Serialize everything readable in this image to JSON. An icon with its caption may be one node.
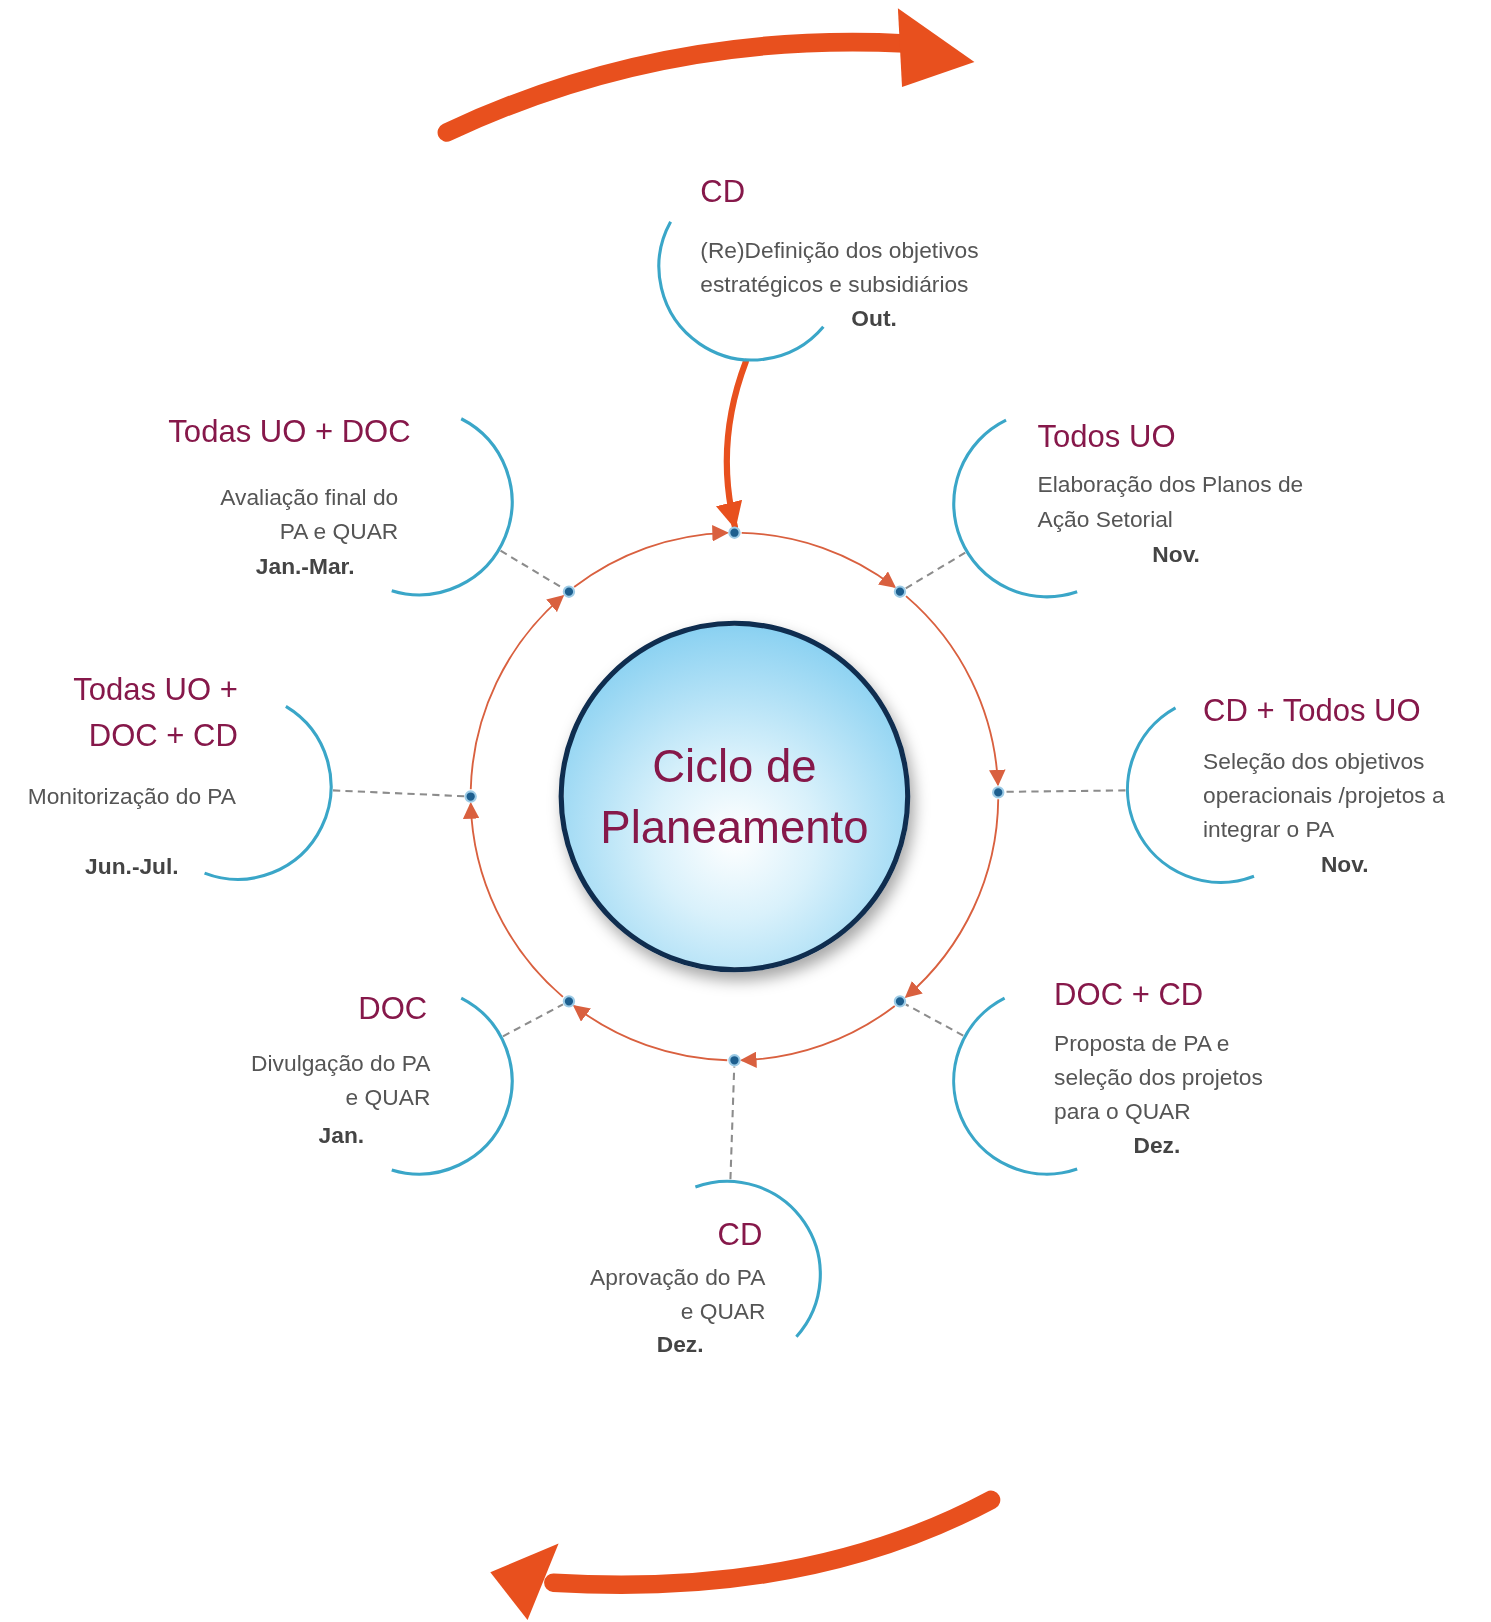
{
  "diagram": {
    "nodes": [
      {
        "text": [
          "Ciclo de Planeamento"
        ]
      },
      {
        "text": [
          "CD",
          "(Re)Definição dos objetivos estratégicos e subsidiários",
          "Out."
        ]
      },
      {
        "text": [
          "Todos UO",
          "Elaboração dos Planos de Ação Setorial",
          "Nov."
        ]
      },
      {
        "text": [
          "CD + Todos UO",
          "Seleção dos objetivos operacionais /projetos a integrar o PA",
          "Nov."
        ]
      },
      {
        "text": [
          "DOC + CD",
          "Proposta de PA e seleção dos projetos para o QUAR",
          "Dez."
        ]
      },
      {
        "text": [
          "CD",
          "Aprovação do PA e QUAR",
          "Dez."
        ]
      },
      {
        "text": [
          "DOC",
          "Divulgação do PA e QUAR",
          "Jan."
        ]
      },
      {
        "text": [
          "Todas UO + DOC + CD",
          "Monitorização do PA",
          "Jun.-Jul."
        ]
      },
      {
        "text": [
          "Todas UO + DOC",
          "Avaliação final do PA e QUAR",
          "Jan.-Mar."
        ]
      },
      {
        "text": [],
        "shape": "circle"
      },
      {
        "text": [],
        "shape": "circle"
      },
      {
        "text": [],
        "shape": "circle"
      },
      {
        "text": [],
        "shape": "circle"
      },
      {
        "text": [],
        "shape": "circle"
      },
      {
        "text": [],
        "shape": "circle"
      },
      {
        "text": [],
        "shape": "circle"
      },
      {
        "text": [],
        "shape": "circle"
      }
    ],
    "edges": [
      {
        "from": 9,
        "to": 10,
        "arrow": "to"
      },
      {
        "from": 10,
        "to": 11,
        "arrow": "to"
      },
      {
        "from": 11,
        "to": 12,
        "arrow": "to"
      },
      {
        "from": 12,
        "to": 13,
        "arrow": "to"
      },
      {
        "from": 13,
        "to": 14,
        "arrow": "to"
      },
      {
        "from": 14,
        "to": 15,
        "arrow": "to"
      },
      {
        "from": 15,
        "to": 16,
        "arrow": "to"
      },
      {
        "from": 16,
        "to": 9,
        "arrow": "to"
      },
      {
        "from": 1,
        "to": 9,
        "arrow": "to",
        "style": "thick",
        "color": "#e8501e"
      },
      {
        "from": 2,
        "to": 10,
        "arrow": "none",
        "style": "dashed",
        "color": "#8c8c8c"
      },
      {
        "from": 3,
        "to": 11,
        "arrow": "none",
        "style": "dashed",
        "color": "#8c8c8c"
      },
      {
        "from": 4,
        "to": 12,
        "arrow": "none",
        "style": "dashed",
        "color": "#8c8c8c"
      },
      {
        "from": 5,
        "to": 13,
        "arrow": "none",
        "style": "dashed",
        "color": "#8c8c8c"
      },
      {
        "from": 6,
        "to": 14,
        "arrow": "none",
        "style": "dashed",
        "color": "#8c8c8c"
      },
      {
        "from": 7,
        "to": 15,
        "arrow": "none",
        "style": "dashed",
        "color": "#8c8c8c"
      },
      {
        "from": 8,
        "to": 16,
        "arrow": "none",
        "style": "dashed",
        "color": "#8c8c8c"
      }
    ]
  }
}
